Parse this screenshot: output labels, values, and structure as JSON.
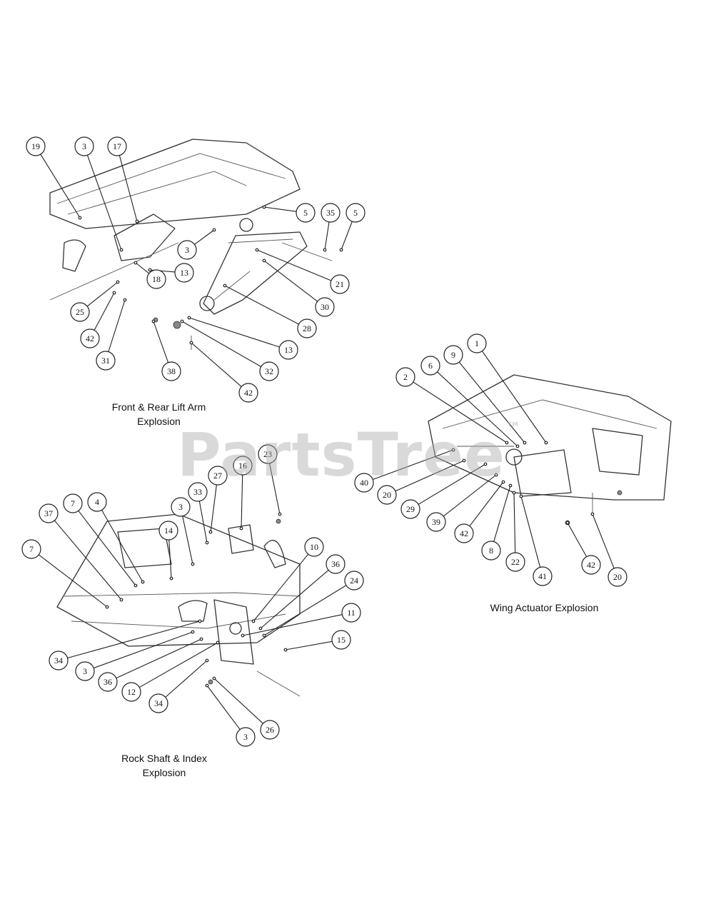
{
  "watermark": {
    "text": "PartsTree",
    "mark": "™"
  },
  "captions": {
    "lift_arm": [
      "Front & Rear Lift Arm",
      "Explosion"
    ],
    "rock_shaft": [
      "Rock Shaft & Index",
      "Explosion"
    ],
    "wing_actuator": [
      "Wing Actuator Explosion"
    ]
  },
  "callouts": {
    "lift_arm": [
      "19",
      "3",
      "17",
      "5",
      "35",
      "5",
      "3",
      "13",
      "21",
      "30",
      "28",
      "18",
      "25",
      "42",
      "31",
      "13",
      "32",
      "38",
      "42"
    ],
    "rock_shaft": [
      "23",
      "16",
      "27",
      "33",
      "3",
      "14",
      "37",
      "7",
      "4",
      "7",
      "10",
      "36",
      "24",
      "11",
      "15",
      "34",
      "3",
      "36",
      "12",
      "34",
      "26",
      "3"
    ],
    "wing_actuator": [
      "1",
      "9",
      "6",
      "2",
      "40",
      "20",
      "29",
      "39",
      "42",
      "8",
      "22",
      "41",
      "42",
      "20"
    ]
  }
}
